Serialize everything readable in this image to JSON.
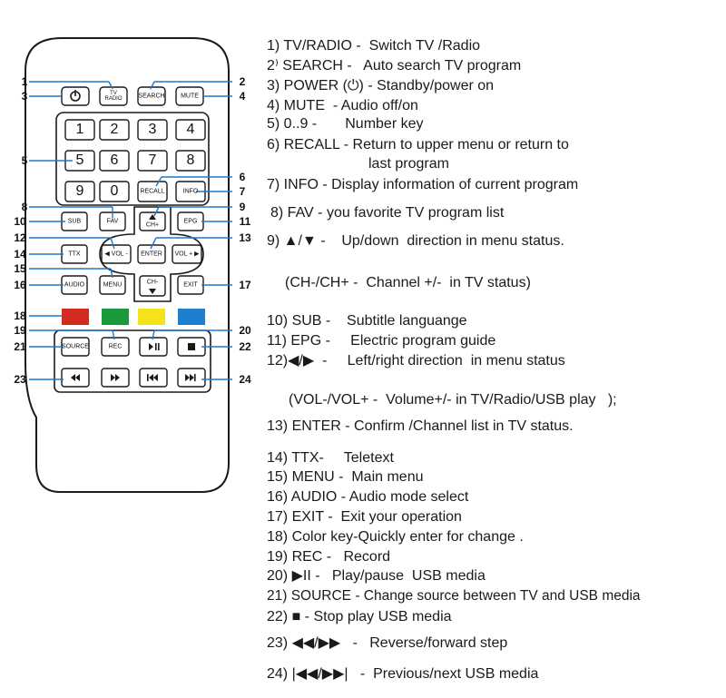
{
  "remote": {
    "buttons": {
      "tv_radio": "TV\nRADIO",
      "search": "SEARCH",
      "mute": "MUTE",
      "n1": "1",
      "n2": "2",
      "n3": "3",
      "n4": "4",
      "n5": "5",
      "n6": "6",
      "n7": "7",
      "n8": "8",
      "n9": "9",
      "n0": "0",
      "recall": "RECALL",
      "info": "INFO",
      "sub": "SUB",
      "fav": "FAV",
      "ch_plus": "CH+",
      "epg": "EPG",
      "ttx": "TTX",
      "vol_minus": "VOL -",
      "enter": "ENTER",
      "vol_plus": "VOL +",
      "audio": "AUDIO",
      "menu": "MENU",
      "ch_minus": "CH-",
      "exit": "EXIT",
      "source": "SOURCE",
      "rec": "REC"
    },
    "colors": {
      "red": "#d22b1f",
      "green": "#1a9a3c",
      "yellow": "#f4e21a",
      "blue": "#1e7fd2",
      "callout_line": "#1e78d2"
    },
    "callouts": [
      "1",
      "2",
      "3",
      "4",
      "5",
      "6",
      "7",
      "8",
      "9",
      "10",
      "11",
      "12",
      "13",
      "14",
      "15",
      "16",
      "17",
      "18",
      "19",
      "20",
      "21",
      "22",
      "23",
      "24"
    ]
  },
  "descriptions": [
    "1) TV/RADIO -  Switch TV /Radio",
    "2⁾ SEARCH -   Auto search TV program",
    "3) POWER (⏻) - Standby/power on",
    "4) MUTE  - Audio off/on",
    "5) 0..9 -       Number key",
    "6) RECALL - Return to upper menu or return to",
    "last program",
    "7) INFO - Display information of current program",
    "8) FAV - you favorite TV program list",
    "9) ▲/▼ -    Up/down  direction in menu status.",
    "(CH-/CH+ -  Channel +/-  in TV status)",
    "10) SUB -    Subtitle languange",
    "11) EPG -     Electric program guide",
    "12)◀/▶  -     Left/right direction  in menu status",
    "(VOL-/VOL+ -  Volume+/- in TV/Radio/USB play   );",
    "13) ENTER - Confirm /Channel list in TV status.",
    "14) TTX-     Teletext",
    "15) MENU -  Main menu",
    "16) AUDIO - Audio mode select",
    "17) EXIT -  Exit your operation",
    "18) Color key-Quickly enter for change .",
    "19) REC -   Record",
    "20) ▶II -   Play/pause  USB media",
    "21) SOURCE - Change source between TV and USB media",
    "22) ■ - Stop play USB media",
    "23) ◀◀/▶▶   -   Reverse/forward step",
    "24) |◀◀/▶▶|   -  Previous/next USB media"
  ]
}
